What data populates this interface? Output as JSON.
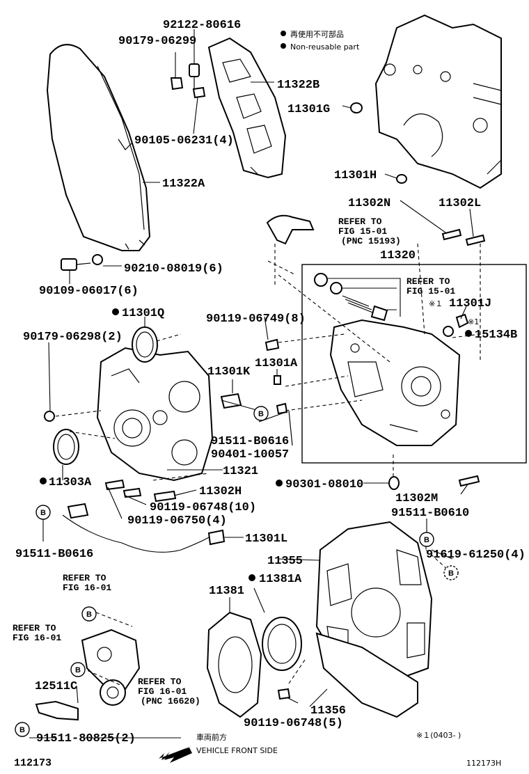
{
  "legend": {
    "non_reusable_jp": "再使用不可部品",
    "non_reusable_en": "Non-reusable part"
  },
  "labels": {
    "p92122_80616": "92122-80616",
    "p90179_06299": "90179-06299",
    "p11322B": "11322B",
    "p11301G": "11301G",
    "p90105_06231": "90105-06231(4)",
    "p11301H": "11301H",
    "p11322A": "11322A",
    "p11302N": "11302N",
    "p11302L": "11302L",
    "p90210_08019": "90210-08019(6)",
    "p90109_06017": "90109-06017(6)",
    "p11320": "11320",
    "p11301Q": "11301Q",
    "p90119_06749": "90119-06749(8)",
    "p11301J": "11301J",
    "p15134B": "15134B",
    "p90179_06298": "90179-06298(2)",
    "p11301K": "11301K",
    "p11301A": "11301A",
    "p91511_B0616_a": "91511-B0616",
    "p90401_10057": "90401-10057",
    "p11321": "11321",
    "p11303A": "11303A",
    "p11302H": "11302H",
    "p90301_08010": "90301-08010",
    "p90119_06748_10": "90119-06748(10)",
    "p11302M": "11302M",
    "p90119_06750": "90119-06750(4)",
    "p91511_B0610": "91511-B0610",
    "p11301L": "11301L",
    "p91511_B0616_b": "91511-B0616",
    "p11355": "11355",
    "p91619_61250": "91619-61250(4)",
    "p11381A": "11381A",
    "p11381": "11381",
    "p12511C": "12511C",
    "p11356": "11356",
    "p90119_06748_5": "90119-06748(5)",
    "p91511_80825": "91511-80825(2)"
  },
  "refer_notes": {
    "r1": "REFER TO",
    "r1_fig": "FIG 15-01",
    "r1_pnc": "(PNC 15193)",
    "r2": "REFER TO",
    "r2_fig": "FIG 15-01",
    "r3": "REFER TO",
    "r3_fig": "FIG 16-01",
    "r4": "REFER TO",
    "r4_fig": "FIG 16-01",
    "r5": "REFER TO",
    "r5_fig": "FIG 16-01",
    "r5_pnc": "(PNC 16620)"
  },
  "markers": {
    "star1": "※１",
    "star1b": "※1",
    "b": "B",
    "note_star": "※１(0403-   )"
  },
  "footer": {
    "direction_jp": "車両前方",
    "direction_en": "VEHICLE FRONT SIDE",
    "ref_left": "112173",
    "ref_right": "112173H"
  }
}
